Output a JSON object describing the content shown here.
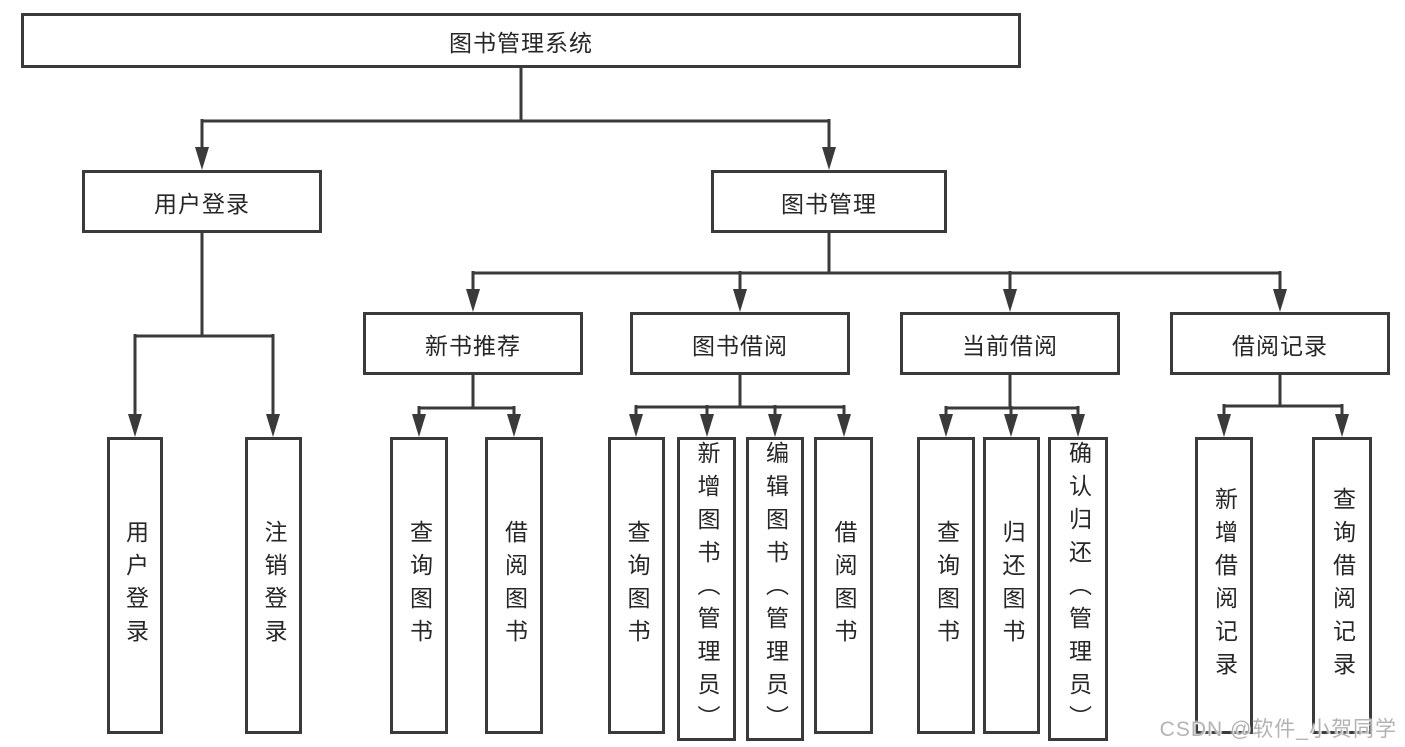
{
  "diagram_title": "图书管理系统",
  "tree": {
    "root": {
      "label": "图书管理系统",
      "children": [
        {
          "label": "用户登录",
          "children": [
            {
              "label": "用户登录"
            },
            {
              "label": "注销登录"
            }
          ]
        },
        {
          "label": "图书管理",
          "children": [
            {
              "label": "新书推荐",
              "children": [
                {
                  "label": "查询图书"
                },
                {
                  "label": "借阅图书"
                }
              ]
            },
            {
              "label": "图书借阅",
              "children": [
                {
                  "label": "查询图书"
                },
                {
                  "label": "新增图书（管理员）"
                },
                {
                  "label": "编辑图书（管理员）"
                },
                {
                  "label": "借阅图书"
                }
              ]
            },
            {
              "label": "当前借阅",
              "children": [
                {
                  "label": "查询图书"
                },
                {
                  "label": "归还图书"
                },
                {
                  "label": "确认归还（管理员）"
                }
              ]
            },
            {
              "label": "借阅记录",
              "children": [
                {
                  "label": "新增借阅记录"
                },
                {
                  "label": "查询借阅记录"
                }
              ]
            }
          ]
        }
      ]
    }
  },
  "watermark": {
    "text": "CSDN @软件_小贺同学"
  },
  "colors": {
    "line": "#3a3a3a",
    "box_border": "#3a3a3a",
    "box_background": "#ffffff",
    "text": "#262626",
    "watermark": "#b3b3b3",
    "background": "#ffffff"
  }
}
